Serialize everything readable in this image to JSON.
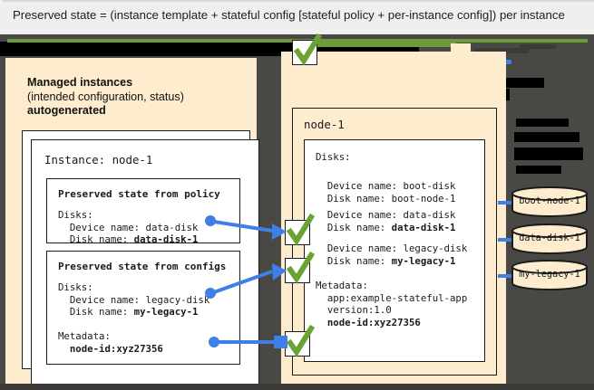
{
  "caption": {
    "text": "Preserved state = (instance template + stateful config [stateful policy + per-instance config]) per instance"
  },
  "colors": {
    "background": "#4a4845",
    "panel_cream": "#fdeccd",
    "caption_bg": "#eeefee",
    "accent_blue": "#3f7fe8",
    "check_green": "#6aa234",
    "green_bar": "#6f9a3b",
    "card_white": "#ffffff",
    "outline": "#1b1b1b"
  },
  "left_panel": {
    "title_line1": "Managed instances",
    "title_line2": "(intended configuration, status)",
    "title_line3": "autogenerated",
    "instance_card": {
      "header": "Instance: node-1",
      "boxes": [
        {
          "name": "preserved-state-from-policy",
          "title": "Preserved state from policy",
          "lines": [
            {
              "text": "Disks:",
              "bold": false
            },
            {
              "text": "  Device name: data-disk",
              "bold": false
            },
            {
              "text": "  Disk name: ",
              "bold_tail": "data-disk-1"
            }
          ]
        },
        {
          "name": "preserved-state-from-configs",
          "title": "Preserved state from configs",
          "lines": [
            {
              "text": "Disks:",
              "bold": false
            },
            {
              "text": "  Device name: legacy-disk",
              "bold": false
            },
            {
              "text": "  Disk name: ",
              "bold_tail": "my-legacy-1"
            },
            {
              "text": "",
              "bold": false
            },
            {
              "text": "Metadata:",
              "bold": false
            },
            {
              "text": "  ",
              "bold_tail": "node-id:xyz27356"
            }
          ]
        }
      ]
    }
  },
  "right_panel": {
    "node_title": "node-1",
    "disks_label": "Disks:",
    "entries": [
      {
        "name": "boot-disk-entry",
        "device": "  Device name: boot-disk",
        "disk": "  Disk name: boot-node-1",
        "disk_bold": false,
        "checked": false
      },
      {
        "name": "data-disk-entry",
        "device": "  Device name: data-disk",
        "disk": "  Disk name: ",
        "disk_bold_tail": "data-disk-1",
        "checked": true
      },
      {
        "name": "legacy-disk-entry",
        "device": "  Device name: legacy-disk",
        "disk": "  Disk name: ",
        "disk_bold_tail": "my-legacy-1",
        "checked": true
      }
    ],
    "metadata": {
      "label": "Metadata:",
      "items": [
        {
          "text": "  app:example-stateful-app",
          "bold": false
        },
        {
          "text": "  version:1.0",
          "bold": false
        },
        {
          "text": "  node-id:xyz27356",
          "bold": true
        }
      ]
    }
  },
  "disks": [
    {
      "name": "disk-boot-node-1",
      "label": "boot-node-1"
    },
    {
      "name": "disk-data-disk-1",
      "label": "data-disk-1"
    },
    {
      "name": "disk-my-legacy-1",
      "label": "my-legacy-1"
    }
  ],
  "icons": {
    "check": "check-icon",
    "arrow": "arrow-icon",
    "cylinder": "disk-cylinder-icon"
  }
}
